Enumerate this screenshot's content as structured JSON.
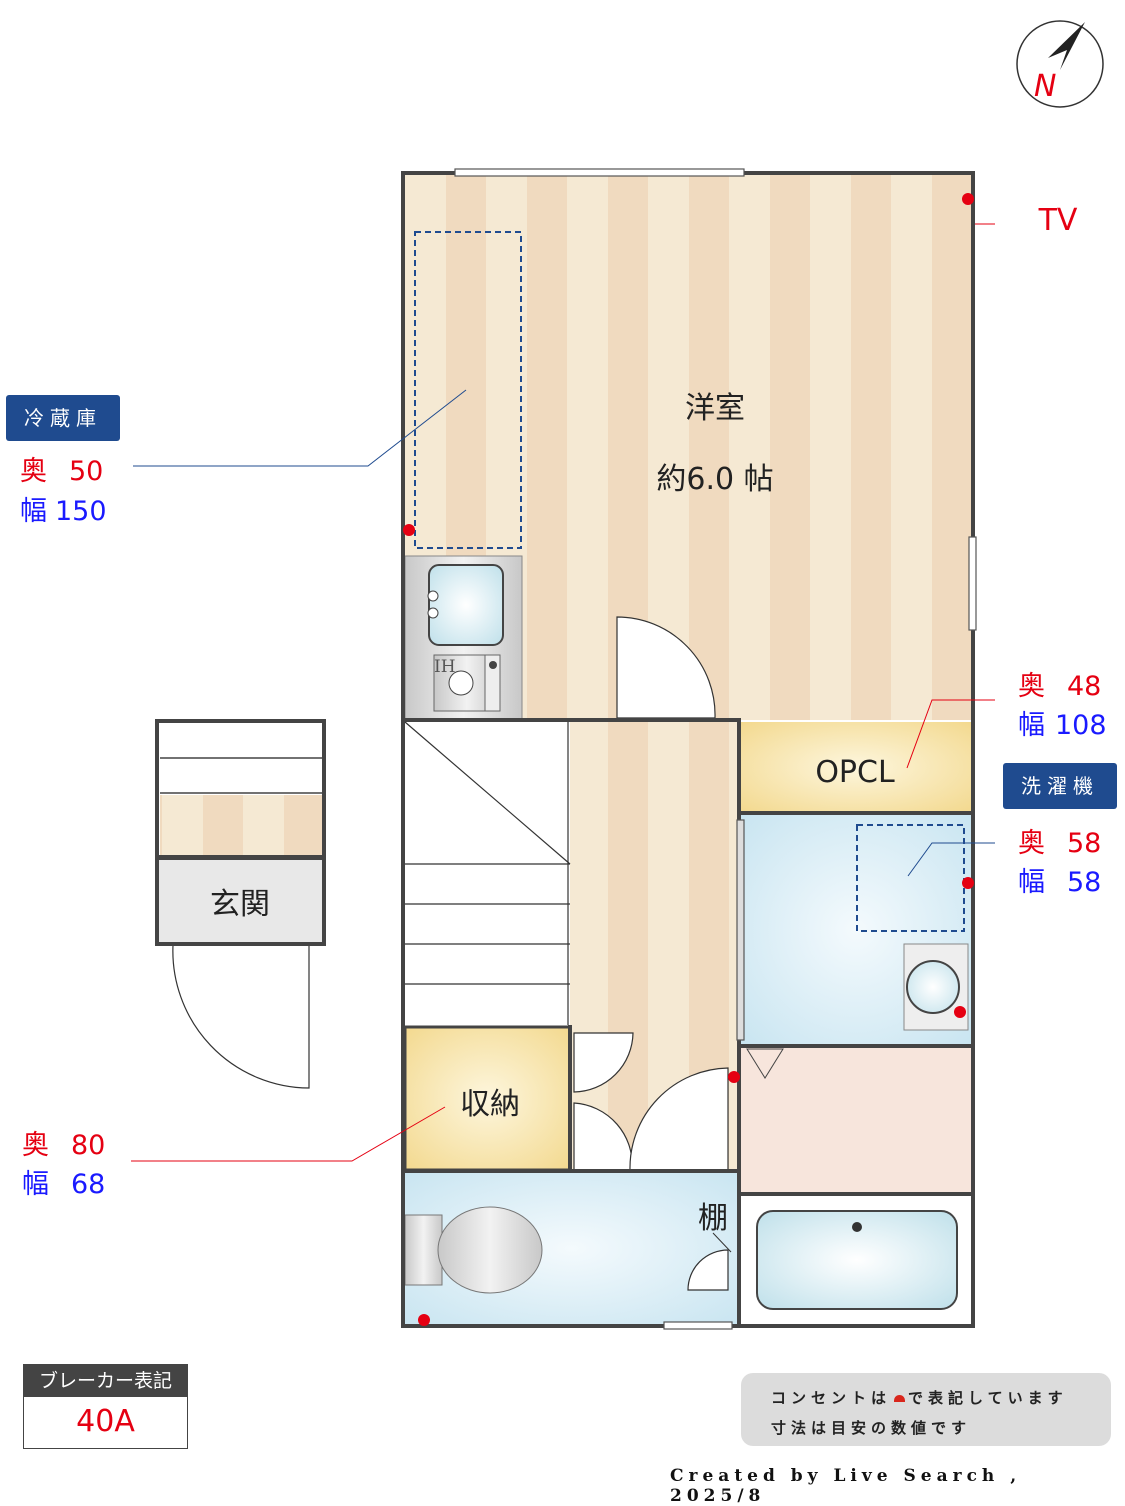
{
  "rooms": {
    "western": {
      "name": "洋室",
      "size": "約6.0 帖"
    },
    "closet": "OPCL",
    "storage": "収納",
    "entrance": "玄関",
    "shelf": "棚",
    "ih": "IH"
  },
  "tv_label": "TV",
  "compass": {
    "label": "N"
  },
  "fridge": {
    "title": "冷蔵庫",
    "depth_label": "奥",
    "depth": "50",
    "width_label": "幅",
    "width": "150"
  },
  "opcl_dims": {
    "depth_label": "奥",
    "depth": "48",
    "width_label": "幅",
    "width": "108"
  },
  "washer": {
    "title": "洗濯機",
    "depth_label": "奥",
    "depth": "58",
    "width_label": "幅",
    "width": "58"
  },
  "storage_dims": {
    "depth_label": "奥",
    "depth": "80",
    "width_label": "幅",
    "width": "68"
  },
  "breaker": {
    "title": "ブレーカー表記",
    "value": "40A"
  },
  "notes": {
    "line1_a": "コンセントは",
    "line1_b": "で表記しています",
    "line2": "寸法は目安の数値です"
  },
  "credit": "Created by Live Search , 2025/8",
  "colors": {
    "outlet": "#e50012",
    "badge": "#1f4b8f",
    "wall": "#444444"
  }
}
